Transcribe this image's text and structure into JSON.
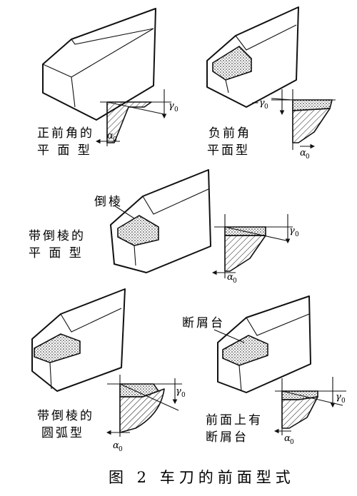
{
  "caption": "图 2  车刀的前面型式",
  "symbols": {
    "gamma": "γ",
    "neg_gamma": "−γ",
    "alpha": "α",
    "zero": "0"
  },
  "panels": [
    {
      "id": "positive-rake-flat",
      "label_lines": [
        "正前角的",
        "平 面 型"
      ]
    },
    {
      "id": "negative-rake-flat",
      "label_lines": [
        "负前角",
        "平面型"
      ]
    },
    {
      "id": "chamfered-flat",
      "label_lines": [
        "带倒棱的",
        "平 面 型"
      ],
      "callout": "倒棱"
    },
    {
      "id": "chamfered-arc",
      "label_lines": [
        "带倒棱的",
        "圆弧型"
      ]
    },
    {
      "id": "chipbreaker",
      "label_lines": [
        "前面上有",
        "断屑台"
      ],
      "callout": "断屑台"
    }
  ],
  "colors": {
    "ink": "#111111",
    "paper": "#ffffff"
  }
}
